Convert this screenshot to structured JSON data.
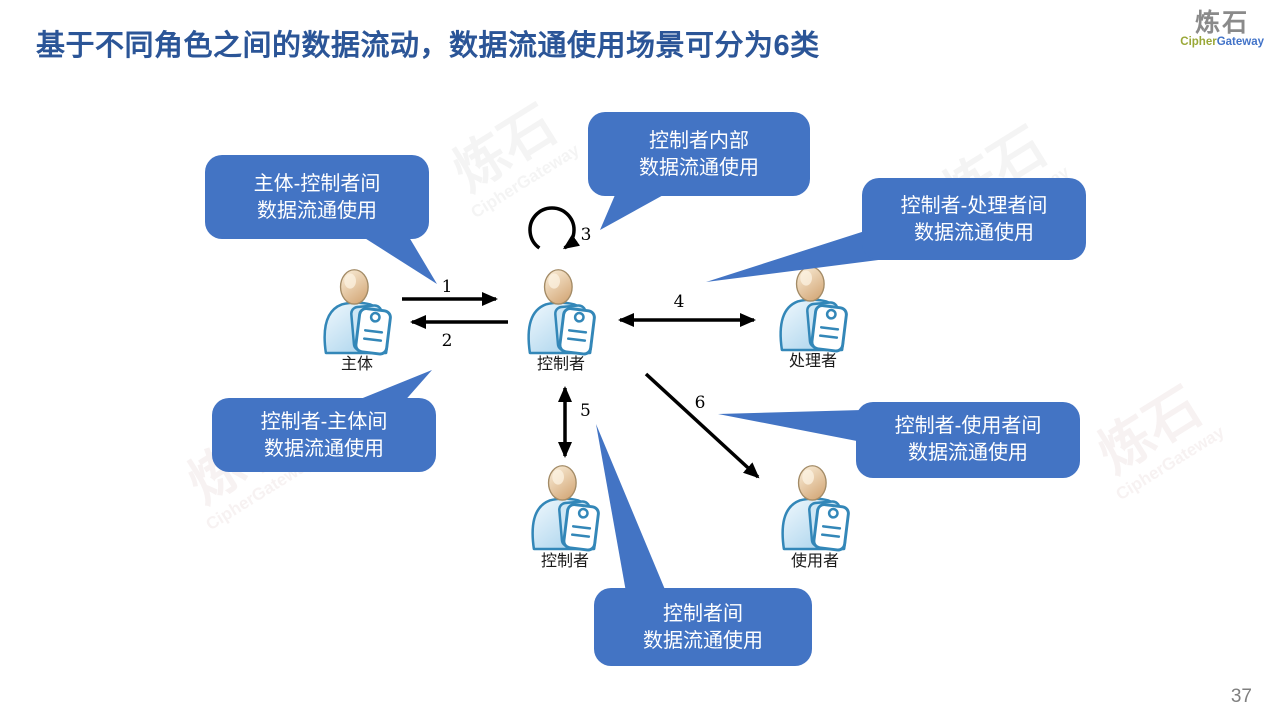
{
  "slide": {
    "title": "基于不同角色之间的数据流动，数据流通使用场景可分为6类",
    "page_number": "37"
  },
  "logo": {
    "name": "炼石",
    "cipher": "Cipher",
    "gateway": "Gateway"
  },
  "watermark": {
    "big": "炼石",
    "small": "CipherGateway"
  },
  "colors": {
    "title_blue": "#2B5597",
    "callout_blue": "#4374C4",
    "callout_text": "#FFFFFF",
    "arrow_black": "#000000",
    "person_outline_blue": "#3387B8"
  },
  "diagram": {
    "actors": [
      {
        "id": "subject",
        "label": "主体"
      },
      {
        "id": "controller-center",
        "label": "控制者"
      },
      {
        "id": "processor",
        "label": "处理者"
      },
      {
        "id": "controller-bottom",
        "label": "控制者"
      },
      {
        "id": "user",
        "label": "使用者"
      }
    ],
    "callouts": [
      {
        "id": "subject-controller",
        "line1": "主体-控制者间",
        "line2": "数据流通使用"
      },
      {
        "id": "controller-internal",
        "line1": "控制者内部",
        "line2": "数据流通使用"
      },
      {
        "id": "controller-processor",
        "line1": "控制者-处理者间",
        "line2": "数据流通使用"
      },
      {
        "id": "controller-subject",
        "line1": "控制者-主体间",
        "line2": "数据流通使用"
      },
      {
        "id": "controller-user",
        "line1": "控制者-使用者间",
        "line2": "数据流通使用"
      },
      {
        "id": "controller-controller",
        "line1": "控制者间",
        "line2": "数据流通使用"
      }
    ],
    "flows": [
      {
        "num": "1",
        "from": "主体",
        "to": "控制者",
        "style": "one-way"
      },
      {
        "num": "2",
        "from": "控制者",
        "to": "主体",
        "style": "one-way"
      },
      {
        "num": "3",
        "from": "控制者",
        "to": "控制者",
        "style": "self-loop"
      },
      {
        "num": "4",
        "from": "控制者",
        "to": "处理者",
        "style": "two-way"
      },
      {
        "num": "5",
        "from": "控制者",
        "to": "控制者",
        "style": "two-way"
      },
      {
        "num": "6",
        "from": "控制者",
        "to": "使用者",
        "style": "one-way"
      }
    ]
  }
}
